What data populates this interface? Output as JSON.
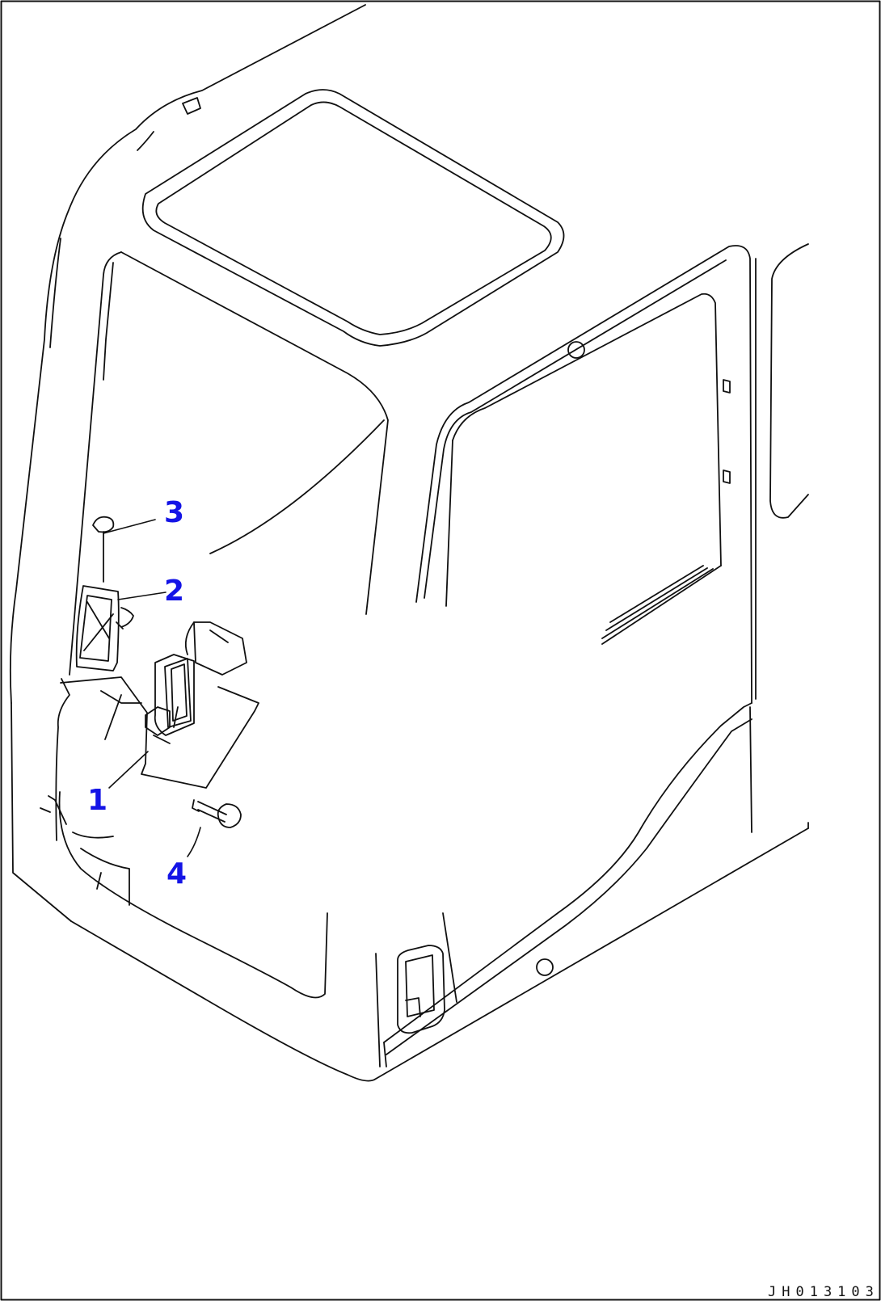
{
  "drawing": {
    "callouts": [
      {
        "number": "1",
        "part": "mounting bracket"
      },
      {
        "number": "2",
        "part": "mirror"
      },
      {
        "number": "3",
        "part": "rivet"
      },
      {
        "number": "4",
        "part": "bolt"
      }
    ],
    "drawing_id": "JH013103",
    "colors": {
      "line": "#111111",
      "callout": "#1414e6",
      "background": "#ffffff"
    }
  }
}
